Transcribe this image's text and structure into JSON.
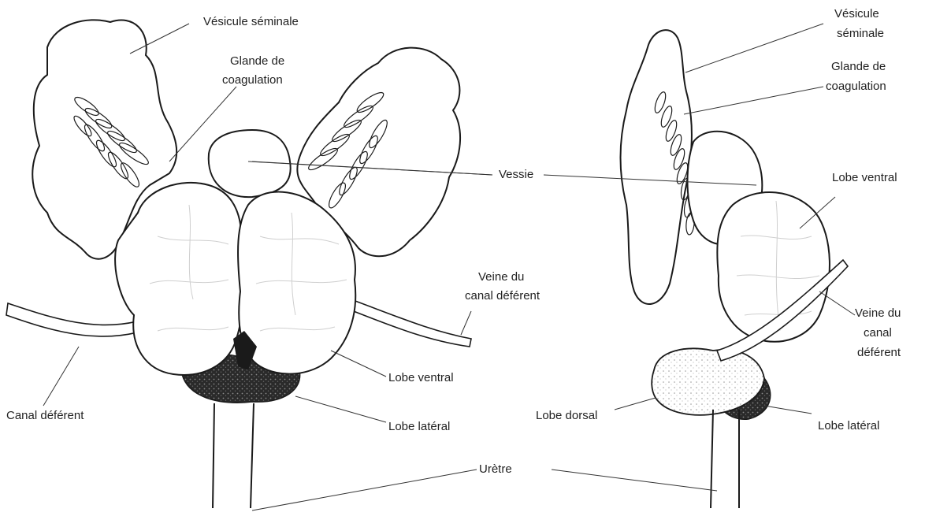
{
  "labels": {
    "left": {
      "vesicule_seminale": "Vésicule séminale",
      "glande_coagulation_1": "Glande de",
      "glande_coagulation_2": "coagulation",
      "vessie": "Vessie",
      "veine_1": "Veine du",
      "veine_2": "canal déférent",
      "canal_deferent": "Canal déférent",
      "lobe_ventral": "Lobe ventral",
      "lobe_lateral": "Lobe latéral",
      "uretre": "Urètre"
    },
    "right": {
      "vesicule_1": "Vésicule",
      "vesicule_2": "séminale",
      "glande_1": "Glande de",
      "glande_2": "coagulation",
      "lobe_ventral": "Lobe ventral",
      "veine_1": "Veine du",
      "veine_2": "canal",
      "veine_3": "déférent",
      "lobe_dorsal": "Lobe dorsal",
      "lobe_lateral": "Lobe latéral"
    }
  },
  "colors": {
    "outline": "#1a1a1a",
    "dark_lobe": "#2a2a2a",
    "label_text": "#222222"
  }
}
